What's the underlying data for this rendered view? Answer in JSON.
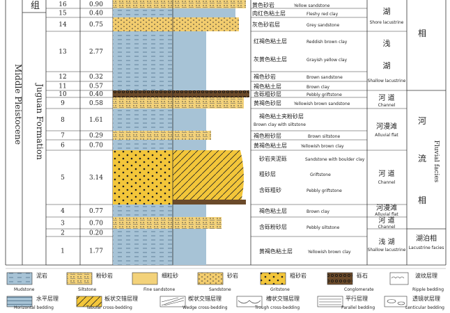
{
  "header": {
    "group_char": "组"
  },
  "columns": {
    "series": "Middle Pleistocene",
    "formation": "Juguan Formation",
    "facies": "相"
  },
  "layers": [
    {
      "no": "16",
      "thick": "0.90",
      "y0": 0,
      "y1": 12,
      "rock": "siltstone",
      "zh": "黄色砂岩",
      "en": "Yellow sandstone"
    },
    {
      "no": "15",
      "thick": "0.40",
      "y0": 12,
      "y1": 25,
      "rock": "mudstone",
      "zh": "肉红色粘土层",
      "en": "Fleshy red clay"
    },
    {
      "no": "14",
      "thick": "0.75",
      "y0": 25,
      "y1": 45,
      "rock": "sandstone",
      "zh": "灰色砂岩层",
      "en": "Grey sandstone"
    },
    {
      "no": "13",
      "thick": "2.77",
      "y0": 45,
      "y1": 103,
      "rock": "mudstone",
      "zh": "红褐色粘土层",
      "en": "Reddish brown clay"
    },
    {
      "no": "12",
      "thick": "0.32",
      "y0": 103,
      "y1": 117,
      "rock": "mudstone",
      "zh": "褐色砂岩",
      "en": "Brown sandstone"
    },
    {
      "no": "11",
      "thick": "0.57",
      "y0": 117,
      "y1": 130,
      "rock": "mudstone",
      "zh": "褐色粘土层",
      "en": "Brown clay"
    },
    {
      "no": "10",
      "thick": "0.40",
      "y0": 130,
      "y1": 140,
      "rock": "conglomerate",
      "zh": "含砾粗砂层",
      "en": "Pebbly griftstone"
    },
    {
      "no": "9",
      "thick": "0.58",
      "y0": 140,
      "y1": 156,
      "rock": "siltstone",
      "zh": "黄褐色砂层",
      "en": "Yellowish brown sandstone"
    },
    {
      "no": "8",
      "thick": "1.61",
      "y0": 156,
      "y1": 188,
      "rock": "mudstone",
      "zh": "褐色粘土夹粉砂层",
      "en": "Brown clay with siltstone"
    },
    {
      "no": "7",
      "thick": "0.29",
      "y0": 188,
      "y1": 201,
      "rock": "siltstone",
      "zh": "褐色粉砂层",
      "en": "Brown siltstone"
    },
    {
      "no": "6",
      "thick": "0.70",
      "y0": 201,
      "y1": 216,
      "rock": "mudstone",
      "zh": "黄褐色粘土层",
      "en": "Yellowish brown clay"
    },
    {
      "no": "5",
      "thick": "3.14",
      "y0": 216,
      "y1": 294,
      "rock": "gritstone",
      "zh": "砂岩夹泥砾",
      "en": "Sandstone with boulder clay"
    },
    {
      "no": "4",
      "thick": "0.77",
      "y0": 294,
      "y1": 312,
      "rock": "mudstone",
      "zh": "褐色粘土层",
      "en": "Brown clay"
    },
    {
      "no": "3",
      "thick": "0.70",
      "y0": 312,
      "y1": 329,
      "rock": "siltstone",
      "zh": "含砾粉砂层",
      "en": "Pebbly siltstone"
    },
    {
      "no": "2",
      "thick": "0.20",
      "y0": 329,
      "y1": 340,
      "rock": "mudstone",
      "zh": "",
      "en": ""
    },
    {
      "no": "1",
      "thick": "1.77",
      "y0": 340,
      "y1": 381,
      "rock": "mudstone",
      "zh": "黄褐色粘土层",
      "en": "Yellowish brown clay"
    }
  ],
  "descriptions_extra": [
    {
      "zh": "灰黄色粘土层",
      "en": "Grayish yellow clay"
    },
    {
      "zh": "粗砂层",
      "en": "Griftstone"
    },
    {
      "zh": "含砾粗砂",
      "en": "Pebbly griftstone"
    }
  ],
  "subfacies": [
    {
      "zh": "湖",
      "en": "Shore lacustrine"
    },
    {
      "zh": "浅",
      "zh2": "湖",
      "en": "Shallow lacustrine"
    },
    {
      "zh": "河 道",
      "en": "Channel"
    },
    {
      "zh": "河漫滩",
      "en": "Alluvial flat"
    },
    {
      "zh": "河 道",
      "en": "Channel"
    },
    {
      "zh": "河漫滩",
      "en": "Alluvial flat"
    },
    {
      "zh": "河 道",
      "en": "Channel"
    },
    {
      "zh": "浅 湖",
      "en": "Shallow lacustrine"
    }
  ],
  "facies": [
    {
      "zh": "相"
    },
    {
      "zh_chars": [
        "河",
        "流",
        "相"
      ],
      "en": "Fluvial facies"
    },
    {
      "zh": "湖泊相",
      "en": "Lacustrine facies"
    }
  ],
  "legend": [
    {
      "zh": "泥岩",
      "en": "Mudstone"
    },
    {
      "zh": "粉砂岩",
      "en": "Siltstone"
    },
    {
      "zh": "细粒砂",
      "en": "Fine sandstone"
    },
    {
      "zh": "砂岩",
      "en": "Sandstone"
    },
    {
      "zh": "粗砂岩",
      "en": "Gritstone"
    },
    {
      "zh": "砾石",
      "en": "Conglomerate"
    },
    {
      "zh": "波纹层理",
      "en": "Ripple bedding"
    },
    {
      "zh": "水平层理",
      "en": "Horizontal bedding"
    },
    {
      "zh": "板状交错层理",
      "en": "Tabular cross-bedding"
    },
    {
      "zh": "楔状交错层理",
      "en": "Wedge cross-bedding"
    },
    {
      "zh": "槽状交错层理",
      "en": "Trough cross-bedding"
    },
    {
      "zh": "平行层理",
      "en": "Parallel bedding"
    },
    {
      "zh": "透镜状层理",
      "en": "Lenticular bedding"
    }
  ],
  "colors": {
    "mudstone": "#a7c3d6",
    "yellow": "#f3c63a",
    "sand": "#f2cc6e",
    "brown": "#6b4a2a",
    "line": "#333333"
  }
}
